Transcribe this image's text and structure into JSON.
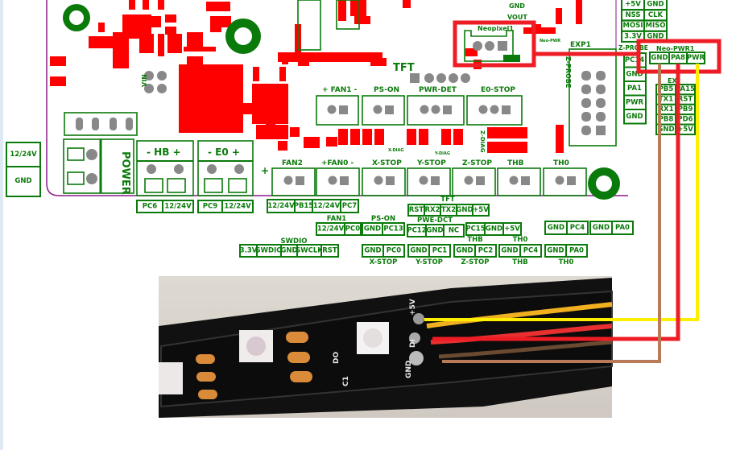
{
  "board": {
    "top_labels": {
      "fan1": "+ FAN1 -",
      "ps_on": "PS-ON",
      "pwr_det": "PWR-DET",
      "e0_stop": "E0-STOP",
      "tft": "TFT",
      "neopixel": "Neopixel1",
      "exp1": "EXP1",
      "z_probe_vertical": "Z-PROBE",
      "vin": "VIN",
      "vout": "VOUT",
      "gnd_top": "GND",
      "neo_pwr_small": "Neo-PWR",
      "x_diag": "X-DIAG",
      "y_diag": "Y-DIAG",
      "z_diag": "Z-DIAG",
      "power": "POWER",
      "hb": "-  HB  +",
      "e0": "-  E0  +",
      "plus": "+"
    },
    "bottom_labels": [
      "FAN2",
      "+FAN0 -",
      "X-STOP",
      "Y-STOP",
      "Z-STOP",
      "THB",
      "TH0"
    ]
  },
  "pinouts": {
    "power_in": [
      "12/24V",
      "GND"
    ],
    "hb": [
      "PC6",
      "12/24V"
    ],
    "e0": [
      "PC9",
      "12/24V"
    ],
    "fans": [
      "12/24V",
      "PB15",
      "12/24V",
      "PC7"
    ],
    "tft": {
      "title": "TFT",
      "pins": [
        "RST",
        "RX2",
        "TX2",
        "GND",
        "+5V"
      ]
    },
    "fan1": {
      "title": "FAN1",
      "pins": [
        "12/24V",
        "PC0"
      ]
    },
    "ps_on": {
      "title": "PS-ON",
      "pins": [
        "GND",
        "PC13"
      ]
    },
    "pwe_dct": {
      "title": "PWE-DCT",
      "pins": [
        "PC12",
        "GND",
        "NC"
      ]
    },
    "e0_stop": {
      "pins": [
        "PC15",
        "GND",
        "+5V"
      ]
    },
    "thb_right": {
      "pins": [
        "GND",
        "PC4"
      ]
    },
    "th0_right": {
      "pins": [
        "GND",
        "PA0"
      ]
    },
    "swdio": {
      "title": "SWDIO",
      "pins": [
        "3.3V",
        "SWDIO",
        "GND",
        "SWCLK",
        "RST"
      ]
    },
    "x_stop": {
      "title": "X-STOP",
      "pins": [
        "GND",
        "PC0"
      ]
    },
    "y_stop": {
      "title": "Y-STOP",
      "pins": [
        "GND",
        "PC1"
      ]
    },
    "z_stop": {
      "title": "Z-STOP",
      "top": "THB",
      "pins": [
        "GND",
        "PC2"
      ]
    },
    "thb": {
      "title": "THB",
      "top": "TH0",
      "pins": [
        "GND",
        "PC4"
      ]
    },
    "th0": {
      "title": "TH0",
      "pins": [
        "GND",
        "PA0"
      ]
    },
    "spi": [
      [
        "+5V",
        "GND"
      ],
      [
        "NSS",
        "CLK"
      ],
      [
        "MOSI",
        "MISO"
      ],
      [
        "3.3V",
        "GND"
      ]
    ],
    "z_probe": {
      "title": "Z-PROBE",
      "pins": [
        "PC14",
        "GND",
        "PA1",
        "PWR",
        "GND"
      ]
    },
    "neo_pwr1": {
      "title": "Neo-PWR1",
      "pins": [
        "GND",
        "PA8",
        "PWR"
      ]
    },
    "exp": {
      "title": "EX",
      "pins": [
        [
          "PB5",
          "PA15"
        ],
        [
          "TX1",
          "RST"
        ],
        [
          "RX1",
          "PB9"
        ],
        [
          "PB8",
          "PD6"
        ],
        [
          "GND",
          "+5V"
        ]
      ]
    }
  },
  "photo": {
    "labels": [
      "+5V",
      "DI",
      "GND",
      "DO",
      "C1"
    ]
  },
  "wires": {
    "yellow": "#ffee00",
    "red": "#ee1c24",
    "brown": "#b97a57",
    "highlight": "#ee1c24"
  }
}
